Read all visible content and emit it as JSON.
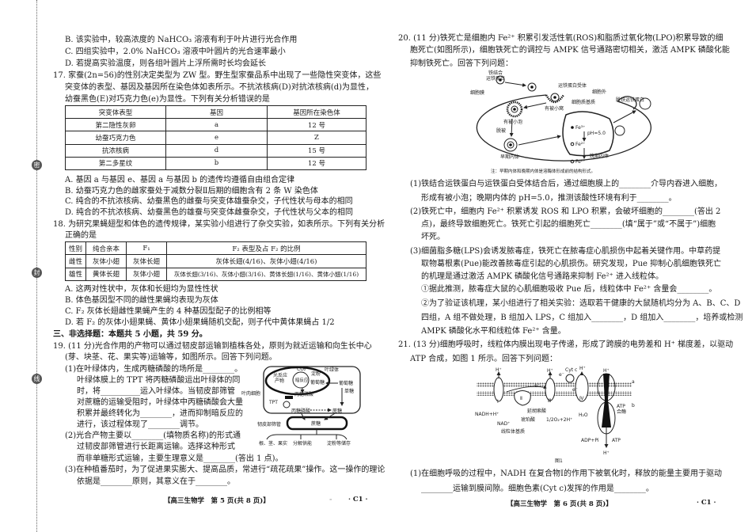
{
  "binding_marks": [
    "密",
    "封",
    "线"
  ],
  "left": {
    "q16_options": [
      "B. 该实验中，较高浓度的 NaHCO₃ 溶液有利于叶片进行光合作用",
      "C. 四组实验中，2.0% NaHCO₃ 溶液中叶圆片的光合速率最小",
      "D. 若提高实验温度，则各组叶圆片上浮所需时长均会延长"
    ],
    "q17": {
      "stem": [
        "17. 家蚕(2n=56)的性别决定类型为 ZW 型。野生型家蚕品系中出现了一些隐性突变体，这些",
        "突变体的表型、基因及基因所在染色体如表所示。不抗浓核病(D)对抗浓核病(d)为显性，",
        "幼蚕黑色(E)对巧克力色(e)为显性。下列有关分析错误的是"
      ],
      "table": {
        "headers": [
          "突变体表型",
          "基因",
          "基因所在染色体"
        ],
        "rows": [
          [
            "第二隐性灰卵",
            "a",
            "12 号"
          ],
          [
            "幼蚕巧克力色",
            "e",
            "Z"
          ],
          [
            "抗浓核病",
            "d",
            "15 号"
          ],
          [
            "第二多星纹",
            "b",
            "12 号"
          ]
        ]
      },
      "options": [
        "A. 基因 a 与基因 e、基因 a 与基因 b 的遗传均遵循自由组合定律",
        "B. 幼蚕巧克力色的雌家蚕处于减数分裂Ⅱ后期的细胞含有 2 条 W 染色体",
        "C. 纯合的不抗浓核病、幼蚕黑色的雌蚕与突变体雄蚕杂交，子代性状与母本的相同",
        "D. 纯合的不抗浓核病、幼蚕黑色的雄蚕与突变体雌蚕杂交，子代性状与父本的相同"
      ]
    },
    "q18": {
      "stem": [
        "18. 为研究果蝇翅型和体色的遗传规律，某实验小组进行了杂交实验，如表所示。下列有关分析",
        "正确的是"
      ],
      "table": {
        "headers": [
          "性别",
          "纯合亲本",
          "F₁",
          "F₂ 表型及占 F₂ 的比例"
        ],
        "rows": [
          [
            "雌性",
            "灰体小翅",
            "灰体长翅",
            "灰体长翅(4/16)、灰体小翅(4/16)"
          ],
          [
            "雄性",
            "黄体长翅",
            "灰体小翅",
            "灰体长翅(3/16)、灰体小翅(3/16)、黄体长翅(1/16)、黄体小翅(1/16)"
          ]
        ]
      },
      "options": [
        "A. 这两对性状中，灰体和长翅均为显性性状",
        "B. 体色基因型不同的雌性果蝇均表现为灰体",
        "C. F₂ 灰体长翅雌性果蝇产生的 4 种基因型配子的比例相等",
        "D. 若 F₂ 的灰体小翅果蝇、黄体小翅果蝇随机交配，则子代中黄体果蝇占 1/2"
      ]
    },
    "section3": "三、非选择题：本题共 5 小题，共 59 分。",
    "q19": {
      "stem": [
        "19. (11 分)光合作用的产物可以通过韧皮部运输到植株各处，原则为就近运输和向生长中心",
        "(芽、块茎、花、果实等)运输等，如图所示。回答下列问题。"
      ],
      "lines": [
        "(1)在叶绿体内，生成丙糖磷酸的场所是________。",
        "叶绿体膜上的 TPT 将丙糖磷酸运出叶绿体的同",
        "时，将__________运入叶绿体。当韧皮部筛管",
        "对蔗糖的运输受阻时，叶绿体中丙糖磷酸会大量",
        "积累并最终转化为________，进而抑制暗反应的",
        "进行，该过程体现了________调节。",
        "(2)光合产物主要以________(填物质名称)的形式通",
        "过韧皮部筛管进行长距离运输。选择这种形式",
        "而非单糖形式运输，主要生理意义是________(答出 1 点)。",
        "(3)在种植番茄时，为了促进果实膨大、提高品质，常进行“疏花疏果”操作。这一操作的理论",
        "依据是________原则，其意义在于________。"
      ],
      "figure": {
        "co2": "CO₂",
        "chloroplast": "叶绿体",
        "light_product_1": "光反应",
        "light_product_2": "产物",
        "dark_reaction": "暗反应",
        "starch": "淀粉",
        "glucose_in": "葡萄糖",
        "glucose_out": "葡萄糖",
        "monosaccharide": "单糖",
        "triose_phosphate_in": "丙糖磷酸",
        "tpt": "TPT",
        "mesophyll": "叶肉细胞",
        "triose_phosphate_out": "丙糖磷酸",
        "sucrose_cell": "蔗糖",
        "phloem": "韧皮部筛管",
        "sucrose_phloem": "蔗糖",
        "sink_1": "根、茎、果实",
        "sink_2": "分解供能",
        "sink_3": "淀粉等储存"
      }
    },
    "footer": {
      "page": "【高三生物学　第 5 页(共 8 页)】",
      "dash": "-",
      "code": "· C1 ·"
    }
  },
  "right": {
    "q20": {
      "stem": [
        "20. (11 分)铁死亡是细胞内 Fe²⁺ 积累引发活性氧(ROS)和脂质过氧化物(LPO)积累导致的细",
        "胞死亡(如图所示)，细胞铁死亡的调控与 AMPK 信号通路密切相关，激活 AMPK 磷酸化能",
        "抑制铁死亡。回答下列问题："
      ],
      "figure": {
        "holo_tf_1": "铁结合",
        "holo_tf_2": "运铁蛋白",
        "tf_receptor": "运铁蛋白受体",
        "outside": "细胞外",
        "membrane": "细胞膜",
        "cytosol": "细胞质基质",
        "coated_pit": "有被小窝",
        "coated_vesicle": "有被小泡",
        "apo_tf": "脱铁运铁蛋白",
        "uncoating": "脱被",
        "early_endosome": "早期内体",
        "late_endosome": "晚期内体",
        "fe3": "Fe³⁺",
        "fe2_a": "Fe²⁺",
        "fe2_b": "Fe²⁺",
        "ph": "pH=5.0",
        "note": "注：早期内体和晚期内体是溶酶体形成前的结构形式。"
      },
      "lines": [
        "(1)铁结合运铁蛋白与运铁蛋白受体结合后，通过细胞膜上的________介导内吞进入细胞，",
        "形成有被小泡；晚期内体的 pH=5.0，推测该酸性环境有利于________。",
        "(2)铁死亡中，细胞内 Fe²⁺ 积累诱发 ROS 和 LPO 积累，会破坏细胞的________(答出 2",
        "点)，最终导致细胞死亡。铁死亡引起的细胞死亡________(填“属于”或“不属于”)细胞",
        "坏死。",
        "(3)细菌脂多糖(LPS)会诱发脓毒症，铁死亡在脓毒症心肌损伤中起着关键作用。中草药提",
        "取物葛根素(Pue)能改善脓毒症引起的心肌损伤。研究发现，Pue 抑制心肌细胞铁死亡",
        "的机理是通过激活 AMPK 磷酸化信号通路来抑制 Fe²⁺ 进入线粒体。",
        "①据此推测，脓毒症大鼠的心肌细胞吸收 Pue 后，线粒体中 Fe²⁺ 含量会________。",
        "②为了验证该机理，某小组进行了相关实验：选取若干健康的大鼠随机均分为 A、B、C、D",
        "四组，A 组不做处理，B 组加入 LPS，C 组加入________，D 组加入________，培养或检测",
        "AMPK 磷酸化水平和线粒体 Fe²⁺ 含量。"
      ]
    },
    "q21": {
      "stem": [
        "21. (13 分)细胞呼吸时，线粒体内膜出现电子传递，形成了跨膜的电势差和 H⁺ 梯度差，以驱动",
        "ATP 合成，如图 1 所示。回答下列问题："
      ],
      "figure": {
        "h1": "H⁺",
        "h3": "H⁺",
        "cytc": "Cyt c",
        "h4": "H⁺",
        "h5": "H⁺",
        "side_a": "a",
        "side_b": "b",
        "c1": "Ⅰ",
        "c2": "Ⅱ",
        "c3": "Ⅲ",
        "c4": "Ⅳ",
        "e1": "e⁻",
        "e2": "e⁻",
        "e3": "e⁻",
        "nadh": "NADH+H⁺",
        "nad": "NAD⁺",
        "fumarate": "延胡索酸",
        "succinate": "琥珀酸",
        "oxygen": "1/2O₂+2H⁺",
        "water": "H₂O",
        "atp_synthase_1": "ATP",
        "atp_synthase_2": "合酶",
        "matrix": "线粒体基质",
        "adp": "ADP+Pi",
        "atp": "ATP",
        "h_bottom": "H⁺",
        "caption": "图1"
      },
      "lines": [
        "(1)在细胞呼吸的过程中，NADH 在复合物Ⅰ的作用下被氧化时，释放的能量主要用于驱动",
        "________运输到膜间隙。细胞色素(Cyt c)发挥的作用是________。"
      ]
    },
    "footer": {
      "page": "【高三生物学　第 6 页(共 8 页)】",
      "code": "· C1 ·"
    }
  }
}
